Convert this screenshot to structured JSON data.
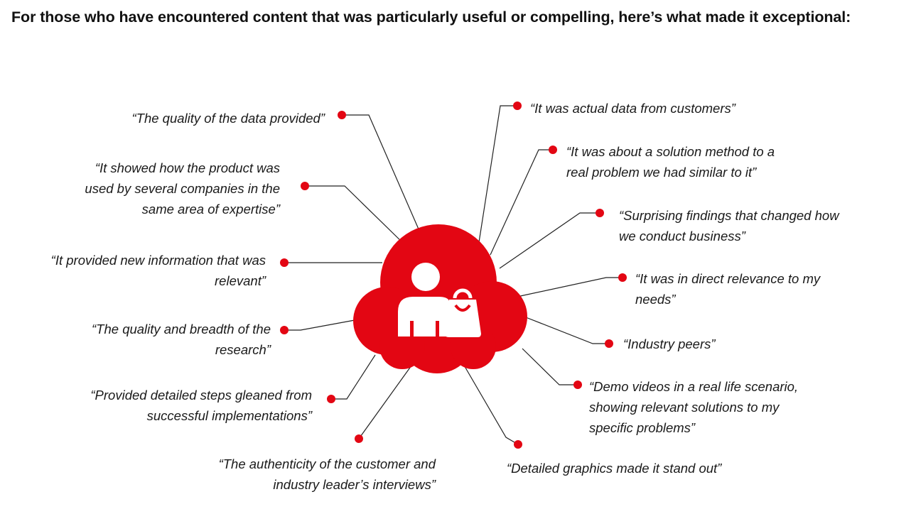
{
  "heading": "For those who have encountered content that was particularly useful or compelling, here’s what made it exceptional:",
  "colors": {
    "accent": "#e30613",
    "line": "#222222",
    "text": "#1a1a1a"
  },
  "center": {
    "icon": "person-with-shopping-bag-icon",
    "shape": "cloud"
  },
  "quotes": {
    "q1": "“The quality of the data provided”",
    "q2": "“It showed how the product was\nused by several companies in the\nsame area of expertise”",
    "q3": "“It provided new information that was\nrelevant”",
    "q4": "“The quality and breadth of the\nresearch”",
    "q5": "“Provided detailed steps gleaned from\nsuccessful implementations”",
    "q6": "“The authenticity of the customer and\nindustry leader’s interviews”",
    "q7": "“Detailed graphics made it stand out”",
    "q8": "“Demo videos in a real life scenario,\nshowing relevant solutions to my\nspecific problems”",
    "q9": "“Industry peers”",
    "q10": "“It was in direct relevance to my\nneeds”",
    "q11": "“Surprising findings that changed how\nwe conduct business”",
    "q12": "“It was about a solution method to a\nreal problem we had similar to it”",
    "q13": "“It was actual data from customers”"
  }
}
